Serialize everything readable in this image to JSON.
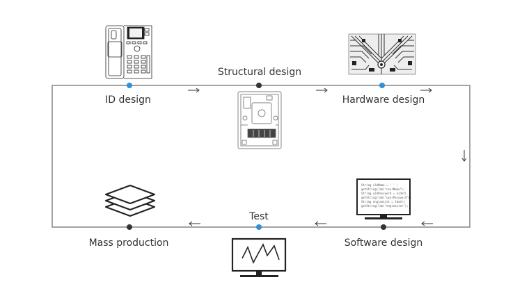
{
  "diagram": {
    "colors": {
      "loop_line": "#8a8a8a",
      "node_blue": "#2f8fd8",
      "node_dark": "#333333",
      "text": "#333333"
    },
    "nodes": [
      {
        "id": "id-design",
        "label": "ID design",
        "marker": "blue",
        "icon": "desk-phone-icon"
      },
      {
        "id": "structural-design",
        "label": "Structural design",
        "marker": "dark",
        "icon": "phone-structure-icon"
      },
      {
        "id": "hardware-design",
        "label": "Hardware design",
        "marker": "blue",
        "icon": "circuit-board-icon"
      },
      {
        "id": "software-design",
        "label": "Software design",
        "marker": "dark",
        "icon": "code-monitor-icon"
      },
      {
        "id": "test",
        "label": "Test",
        "marker": "blue",
        "icon": "waveform-monitor-icon"
      },
      {
        "id": "mass-production",
        "label": "Mass production",
        "marker": "dark",
        "icon": "layers-stack-icon"
      }
    ],
    "code_lines": [
      "String oldName = ' ' ;",
      "getString(ldo(\"userName\");",
      "String oldPassword = oldeti",
      "getString(ldo(\"userPassword\");",
      "String engineList = ldoeli",
      "getString(ldo(\"engineList\");"
    ]
  }
}
